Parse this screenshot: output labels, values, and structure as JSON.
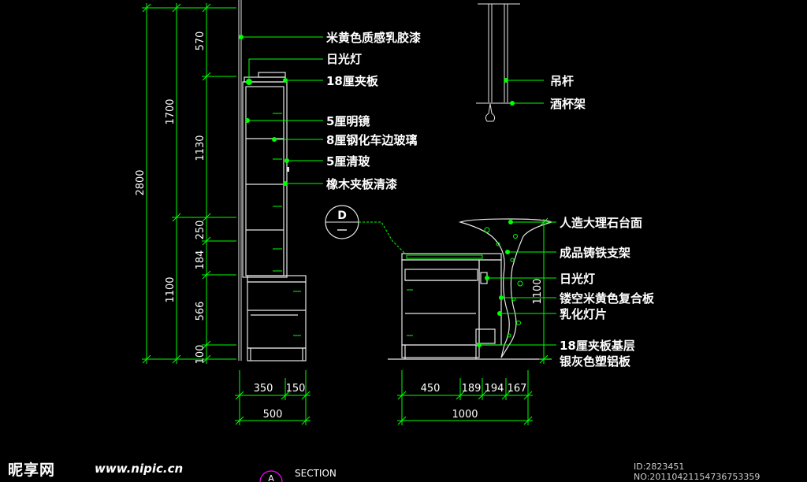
{
  "colors": {
    "background": "#000000",
    "line": "#ffffff",
    "dim": "#00ff00",
    "leader": "#00ff00",
    "cabinet": "#e6e6e6",
    "accent": "#ffff00"
  },
  "left_view": {
    "labels": [
      "米黄色质感乳胶漆",
      "日光灯",
      "18厘夹板",
      "5厘明镜",
      "8厘钢化车边玻璃",
      "5厘清玻",
      "橡木夹板清漆"
    ],
    "vertical_dims": {
      "total": "2800",
      "upper": "1700",
      "lower": "1100",
      "segments": [
        "570",
        "1130",
        "250",
        "184",
        "566",
        "100"
      ]
    },
    "horizontal_dims": {
      "segments": [
        "350",
        "150"
      ],
      "total": "500"
    }
  },
  "right_view": {
    "pendant_labels": [
      "吊杆",
      "酒杯架"
    ],
    "labels": [
      "人造大理石台面",
      "成品铸铁支架",
      "日光灯",
      "镂空米黄色复合板",
      "乳化灯片",
      "18厘夹板基层",
      "银灰色塑铝板"
    ],
    "vertical_dim": "1100",
    "horizontal_dims": {
      "segments": [
        "450",
        "189",
        "194",
        "167"
      ],
      "total": "1000"
    },
    "section_marker": "D"
  },
  "footer": {
    "watermark_cn": "昵享网",
    "watermark_url": "www.nipic.cn",
    "image_id": "ID:2823451 NO:20110421154736753359",
    "section_title": "SECTION",
    "section_marker": "A"
  }
}
